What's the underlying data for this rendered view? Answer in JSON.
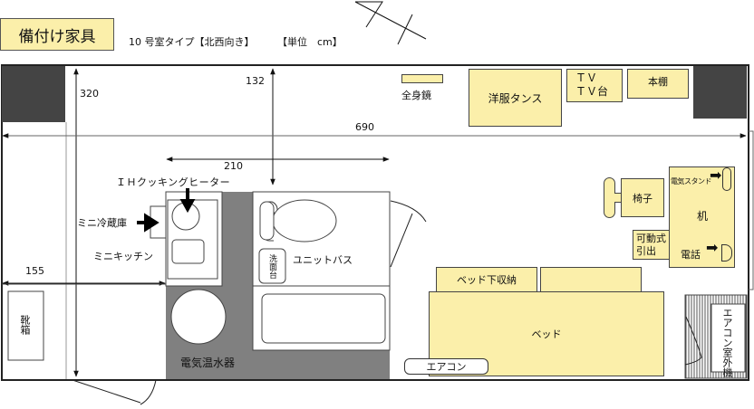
{
  "header": {
    "title": "備付け家具",
    "subtitle": "10 号室タイプ【北西向き】",
    "unit": "【単位　cm】"
  },
  "dimensions": {
    "height": "320",
    "bath_offset": "132",
    "width": "690",
    "kitchen_width": "210",
    "entry_width": "155"
  },
  "furniture": {
    "mirror": "全身鏡",
    "wardrobe": "洋服タンス",
    "tv_line1": "ＴＶ",
    "tv_line2": "ＴＶ台",
    "bookshelf": "本棚",
    "chair": "椅子",
    "desk": "机",
    "lamp": "電気スタンド",
    "drawer_line1": "可動式",
    "drawer_line2": "引出",
    "phone": "電話",
    "under_bed_storage": "ベッド下収納",
    "bed": "ベッド",
    "aircon": "エアコン",
    "outdoor_unit": "エアコン室外機",
    "ih_heater": "ＩＨクッキングヒーター",
    "mini_fridge": "ミニ冷蔵庫",
    "mini_kitchen": "ミニキッチン",
    "unit_bath": "ユニットバス",
    "washbasin": "洗面台",
    "water_heater": "電気温水器",
    "shoe_box": "靴箱"
  },
  "colors": {
    "furniture": "#fbefaa",
    "wall": "#444444",
    "utility": "#808080"
  }
}
